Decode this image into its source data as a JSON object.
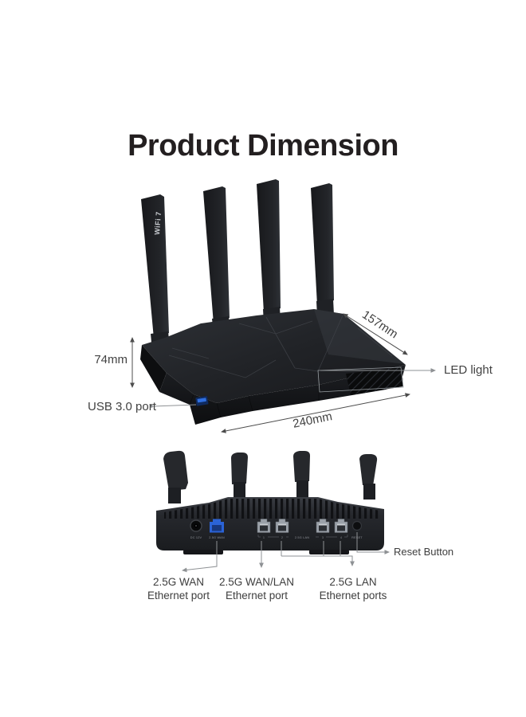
{
  "title": "Product Dimension",
  "colors": {
    "accent_blue": "#2b63d6",
    "body_dark": "#1b1d21",
    "label_text": "#3e3e3e",
    "leader_line": "#8e9194",
    "dimension_line": "#4c4c4c"
  },
  "top_view": {
    "antenna_logo": "WiFi 7",
    "dimensions": {
      "height": "74mm",
      "depth": "157mm",
      "width": "240mm"
    },
    "callouts": {
      "usb": "USB 3.0 port",
      "led": "LED light"
    }
  },
  "rear_view": {
    "panel_prints": {
      "dc": "DC 12V",
      "wan": "2.5G WAN",
      "lan_group": "2.5G LAN",
      "port1": "1",
      "port2": "2",
      "port3": "3",
      "port4": "4",
      "reset": "RESET"
    },
    "callouts": {
      "wan": {
        "line1": "2.5G WAN",
        "line2": "Ethernet port"
      },
      "wan_lan": {
        "line1": "2.5G WAN/LAN",
        "line2": "Ethernet port"
      },
      "lan": {
        "line1": "2.5G LAN",
        "line2": "Ethernet ports"
      },
      "reset": "Reset Button"
    }
  }
}
